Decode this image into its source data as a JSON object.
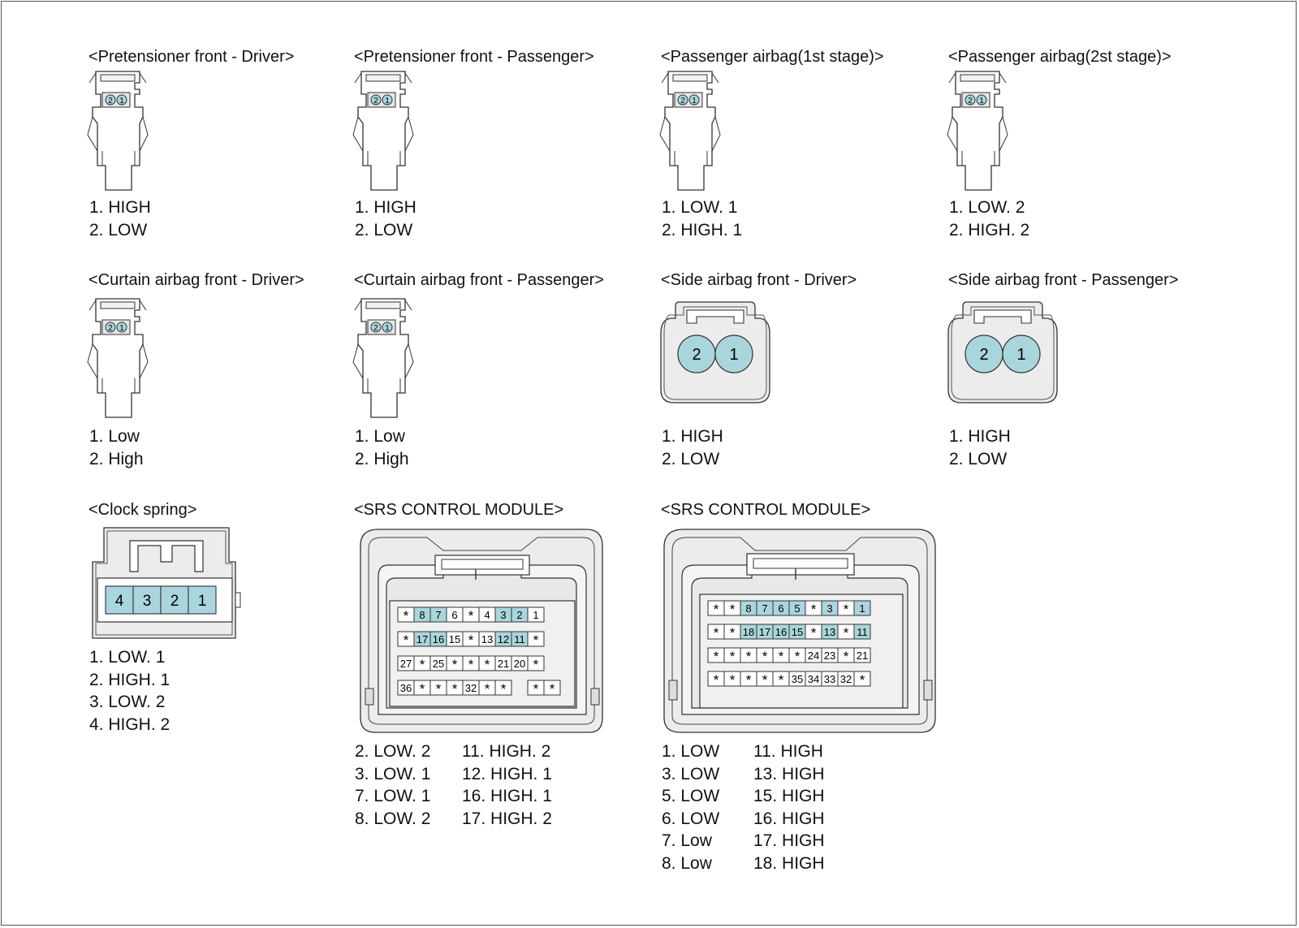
{
  "connectors": [
    {
      "title": "<Pretensioner front - Driver>",
      "pins": [
        "1. HIGH",
        "2. LOW"
      ]
    },
    {
      "title": "<Pretensioner front - Passenger>",
      "pins": [
        "1. HIGH",
        "2. LOW"
      ]
    },
    {
      "title": "<Passenger airbag(1st stage)>",
      "pins": [
        "1. LOW. 1",
        "2. HIGH. 1"
      ]
    },
    {
      "title": "<Passenger airbag(2st stage)>",
      "pins": [
        "1. LOW. 2",
        "2. HIGH. 2"
      ]
    },
    {
      "title": "<Curtain airbag front - Driver>",
      "pins": [
        "1. Low",
        "2. High"
      ]
    },
    {
      "title": "<Curtain airbag front - Passenger>",
      "pins": [
        "1. Low",
        "2. High"
      ]
    },
    {
      "title": "<Side airbag front - Driver>",
      "pins": [
        "1. HIGH",
        "2. LOW"
      ]
    },
    {
      "title": "<Side airbag front - Passenger>",
      "pins": [
        "1. HIGH",
        "2. LOW"
      ]
    },
    {
      "title": "<Clock spring>",
      "pins": [
        "1. LOW. 1",
        "2. HIGH. 1",
        "3. LOW. 2",
        "4. HIGH. 2"
      ]
    },
    {
      "title": "<SRS CONTROL MODULE>",
      "pins_left": [
        "2. LOW. 2",
        "3. LOW. 1",
        "7. LOW. 1",
        "8. LOW. 2"
      ],
      "pins_right": [
        "11. HIGH. 2",
        "12. HIGH. 1",
        "16. HIGH. 1",
        "17. HIGH. 2"
      ]
    },
    {
      "title": "<SRS CONTROL MODULE>",
      "pins_left": [
        "1. LOW",
        "3. LOW",
        "5. LOW",
        "6. LOW",
        "7. Low",
        "8. Low"
      ],
      "pins_right": [
        "11. HIGH",
        "13. HIGH",
        "15. HIGH",
        "16. HIGH",
        "17. HIGH",
        "18. HIGH"
      ]
    }
  ],
  "small_pin_labels": [
    "2",
    "1"
  ],
  "side_pin_labels": [
    "2",
    "1"
  ],
  "clock_spring_pins": [
    "4",
    "3",
    "2",
    "1"
  ],
  "srs1_grid": [
    [
      "*",
      "8",
      "7",
      "6",
      "*",
      "4",
      "3",
      "2",
      "1"
    ],
    [
      "*",
      "17",
      "16",
      "15",
      "*",
      "13",
      "12",
      "11",
      "*"
    ],
    [
      "27",
      "*",
      "25",
      "*",
      "*",
      "*",
      "21",
      "20",
      "*"
    ],
    [
      "36",
      "*",
      "*",
      "*",
      "32",
      "*",
      "*",
      "",
      "*",
      "*"
    ]
  ],
  "srs1_highlight": [
    "2",
    "3",
    "7",
    "8",
    "11",
    "12",
    "16",
    "17"
  ],
  "srs2_grid": [
    [
      "*",
      "*",
      "8",
      "7",
      "6",
      "5",
      "*",
      "3",
      "*",
      "1"
    ],
    [
      "*",
      "*",
      "18",
      "17",
      "16",
      "15",
      "*",
      "13",
      "*",
      "11"
    ],
    [
      "*",
      "*",
      "*",
      "*",
      "*",
      "*",
      "24",
      "23",
      "*",
      "21"
    ],
    [
      "*",
      "*",
      "*",
      "*",
      "*",
      "35",
      "34",
      "33",
      "32",
      "*"
    ]
  ],
  "srs2_highlight": [
    "1",
    "3",
    "5",
    "6",
    "7",
    "8",
    "11",
    "13",
    "15",
    "16",
    "17",
    "18"
  ],
  "colors": {
    "pin_fill": "#a9d6dc",
    "connector_fill": "#ececec",
    "outline": "#333333"
  }
}
